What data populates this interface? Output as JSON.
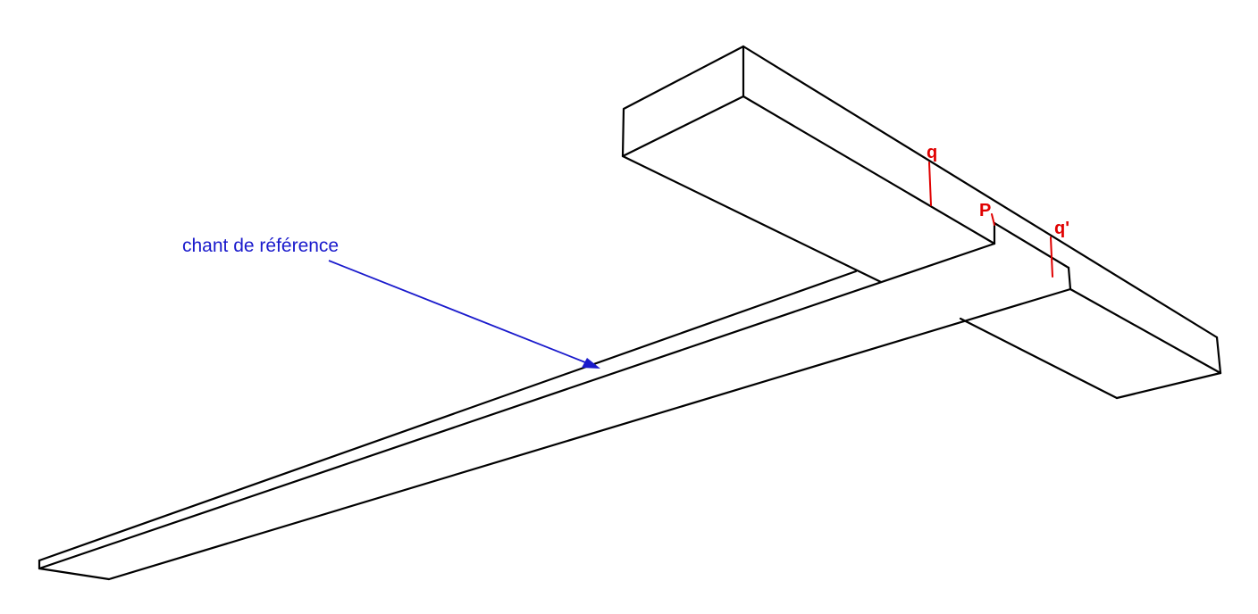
{
  "labels": {
    "q": "q",
    "p": "P",
    "q_prime": "q'",
    "reference_edge": "chant de référence"
  },
  "colors": {
    "lines": "#000000",
    "marks": "#e00000",
    "annotation": "#1a1acc"
  }
}
